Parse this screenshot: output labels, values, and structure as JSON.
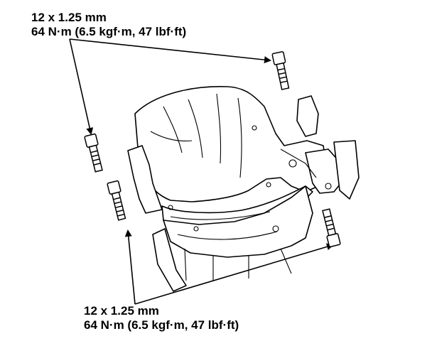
{
  "callouts": {
    "top": {
      "size": "12 x 1.25 mm",
      "torque": "64 N·m (6.5 kgf·m, 47 lbf·ft)"
    },
    "bottom": {
      "size": "12 x 1.25 mm",
      "torque": "64 N·m (6.5 kgf·m, 47 lbf·ft)"
    }
  },
  "colors": {
    "ink": "#000000",
    "paper": "#ffffff"
  }
}
